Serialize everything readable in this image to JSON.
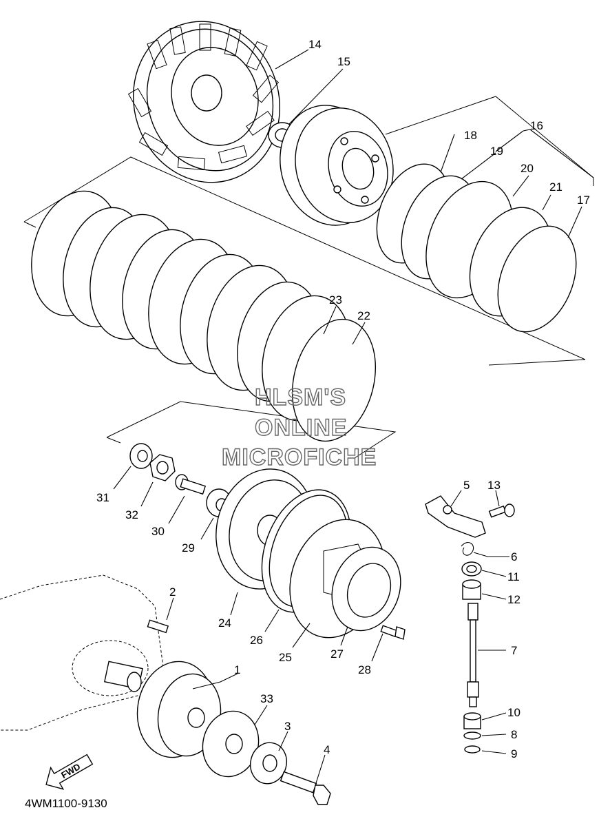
{
  "diagram": {
    "catalog_code": "4WM1100-9130",
    "watermark": [
      "HLSM'S",
      "ONLINE",
      "MICROFICHE"
    ],
    "fwd_label": "FWD",
    "callouts": [
      {
        "id": "c1",
        "label": "1"
      },
      {
        "id": "c2",
        "label": "2"
      },
      {
        "id": "c3",
        "label": "3"
      },
      {
        "id": "c4",
        "label": "4"
      },
      {
        "id": "c5",
        "label": "5"
      },
      {
        "id": "c6",
        "label": "6"
      },
      {
        "id": "c7",
        "label": "7"
      },
      {
        "id": "c8",
        "label": "8"
      },
      {
        "id": "c9",
        "label": "9"
      },
      {
        "id": "c10",
        "label": "10"
      },
      {
        "id": "c11",
        "label": "11"
      },
      {
        "id": "c12",
        "label": "12"
      },
      {
        "id": "c13",
        "label": "13"
      },
      {
        "id": "c14",
        "label": "14"
      },
      {
        "id": "c15",
        "label": "15"
      },
      {
        "id": "c16",
        "label": "16"
      },
      {
        "id": "c17",
        "label": "17"
      },
      {
        "id": "c18",
        "label": "18"
      },
      {
        "id": "c19",
        "label": "19"
      },
      {
        "id": "c20",
        "label": "20"
      },
      {
        "id": "c21",
        "label": "21"
      },
      {
        "id": "c22",
        "label": "22"
      },
      {
        "id": "c23",
        "label": "23"
      },
      {
        "id": "c24",
        "label": "24"
      },
      {
        "id": "c25",
        "label": "25"
      },
      {
        "id": "c26",
        "label": "26"
      },
      {
        "id": "c27",
        "label": "27"
      },
      {
        "id": "c28",
        "label": "28"
      },
      {
        "id": "c29",
        "label": "29"
      },
      {
        "id": "c30",
        "label": "30"
      },
      {
        "id": "c31",
        "label": "31"
      },
      {
        "id": "c32",
        "label": "32"
      },
      {
        "id": "c33",
        "label": "33"
      }
    ]
  }
}
